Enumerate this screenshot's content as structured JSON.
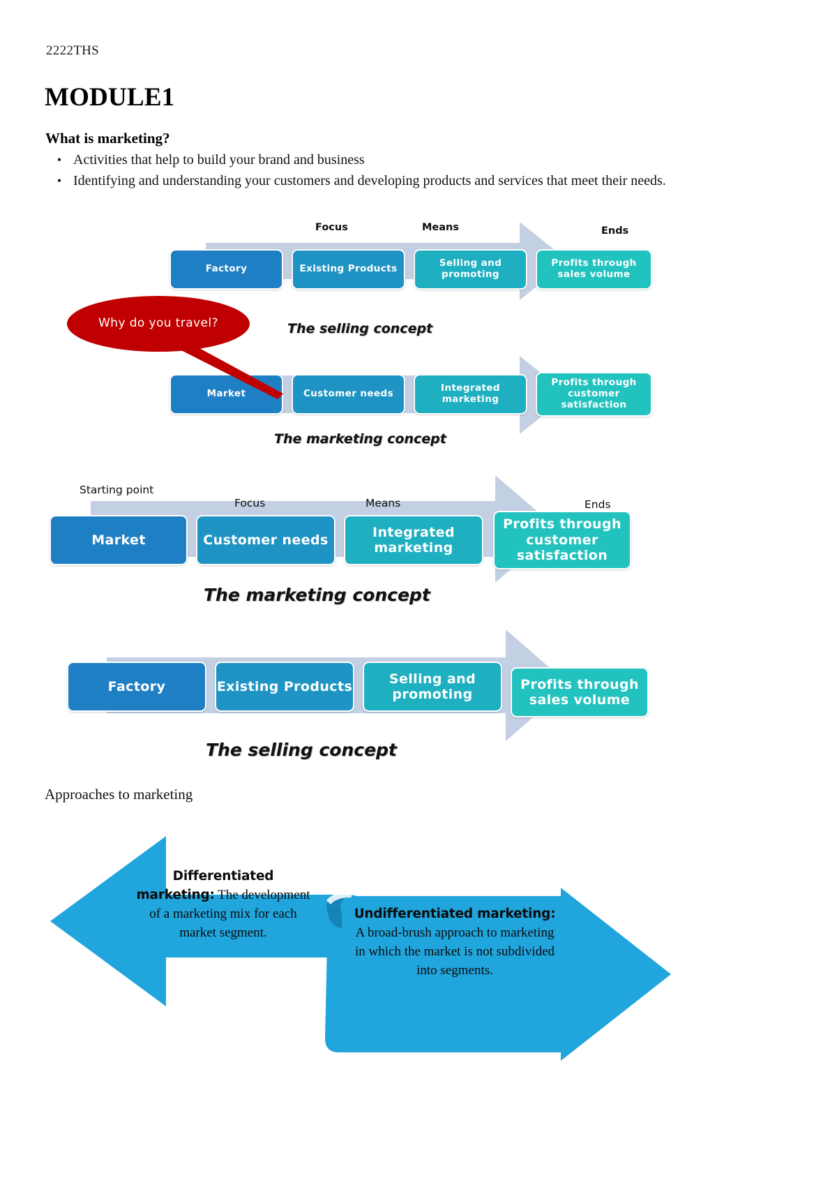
{
  "document": {
    "code": "2222THS",
    "title": "MODULE1",
    "section_heading": "What is marketing?",
    "bullets": [
      "Activities that help to build your brand and business",
      "Identifying and understanding your customers and developing products and services that meet their needs."
    ],
    "approaches_label": "Approaches to marketing"
  },
  "callout": {
    "text": "Why do you travel?",
    "color": "#c00000"
  },
  "colors": {
    "box1": "#1f7fc4",
    "box2": "#1f94c4",
    "box3": "#1eafc0",
    "box4": "#22c2bf",
    "arrow_bg": "#c3cfe2",
    "bottom_arrow": "#21a5dd",
    "bottom_arrow_dark": "#1585b8"
  },
  "diagram_small_selling": {
    "caption": "The selling concept",
    "headers": [
      {
        "label": "Focus"
      },
      {
        "label": "Means"
      },
      {
        "label": "Ends"
      }
    ],
    "steps": [
      {
        "label": "Factory"
      },
      {
        "label": "Existing Products"
      },
      {
        "label": "Selling and promoting"
      },
      {
        "label": "Profits through sales volume"
      }
    ]
  },
  "diagram_small_marketing": {
    "caption": "The marketing concept",
    "steps": [
      {
        "label": "Market"
      },
      {
        "label": "Customer needs"
      },
      {
        "label": "Integrated marketing"
      },
      {
        "label": "Profits through customer satisfaction"
      }
    ]
  },
  "diagram_large_marketing": {
    "caption": "The marketing concept",
    "headers": [
      {
        "label": "Starting point"
      },
      {
        "label": "Focus"
      },
      {
        "label": "Means"
      },
      {
        "label": "Ends"
      }
    ],
    "steps": [
      {
        "label": "Market"
      },
      {
        "label": "Customer needs"
      },
      {
        "label": "Integrated marketing"
      },
      {
        "label": "Profits through customer satisfaction"
      }
    ]
  },
  "diagram_large_selling": {
    "caption": "The selling concept",
    "steps": [
      {
        "label": "Factory"
      },
      {
        "label": "Existing Products"
      },
      {
        "label": "Selling and promoting"
      },
      {
        "label": "Profits through sales volume"
      }
    ]
  },
  "approaches": {
    "left": {
      "title": "Differentiated marketing:",
      "body": " The development of a marketing mix for each market segment."
    },
    "right": {
      "title": "Undifferentiated marketing:",
      "body": " A broad-brush approach to marketing in which the market is not subdivided into segments."
    }
  }
}
